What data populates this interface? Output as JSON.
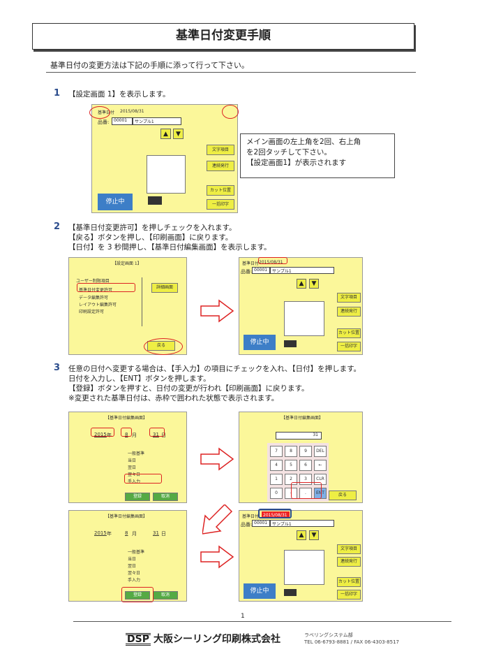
{
  "title": "基準日付変更手順",
  "intro": "基準日付の変更方法は下記の手順に添って行って下さい。",
  "steps": [
    {
      "num": "1",
      "lines": [
        "【設定画面 1】を表示します。"
      ]
    },
    {
      "num": "2",
      "lines": [
        "【基準日付変更許可】を押しチェックを入れます。",
        "【戻る】ボタンを押し、【印刷画面】に戻ります。",
        "【日付】を 3 秒間押し、【基準日付編集画面】を表示します。"
      ]
    },
    {
      "num": "3",
      "lines": [
        "任意の日付へ変更する場合は、【手入力】の項目にチェックを入れ、【日付】を押します。",
        "日付を入力し、【ENT】ボタンを押します。",
        "【登録】ボタンを押すと、日付の変更が行われ【印刷画面】に戻ります。",
        "※変更された基準日付は、赤枠で囲われた状態で表示されます。"
      ]
    }
  ],
  "callout": [
    "メイン画面の左上角を2回、右上角",
    "を2回タッチして下さい。",
    "【設定画面1】が表示されます"
  ],
  "screens": {
    "print": {
      "date_label": "基準日付",
      "date": "2015/08/31",
      "item_label": "品番:",
      "item_code": "00001",
      "item_name": "サンプル1",
      "btn_items": "文字項目",
      "btn_continuous": "連続発行",
      "btn_cut": "カット位置",
      "btn_batch": "一括印字",
      "stop": "停止中"
    },
    "settings1": {
      "title": "【設定画面 1】",
      "options": [
        "ユーザー制限項目",
        "基準日付変更許可",
        "データ編集許可",
        "レイアウト編集許可",
        "印刷設定許可"
      ],
      "btn_back": "戻る",
      "btn_detail": "詳細画面"
    },
    "date_edit": {
      "title": "【基準日付編集画面】",
      "year": "2015",
      "year_unit": "年",
      "month": "8",
      "month_unit": "月",
      "day": "31",
      "day_unit": "日",
      "group_label": "一般基準",
      "radio": [
        "当日",
        "翌日",
        "翌々日",
        "手入力"
      ],
      "btn_register": "登録",
      "btn_cancel": "取消"
    },
    "keypad": {
      "title": "【基準日付編集画面】",
      "display": "31",
      "keys": [
        "7",
        "8",
        "9",
        "DEL",
        "4",
        "5",
        "6",
        "←",
        "1",
        "2",
        "3",
        "CLR",
        "0",
        "-",
        ".",
        "ENT"
      ],
      "btn_back": "戻る"
    }
  },
  "footer": {
    "page": "1",
    "logo_mark": "DSP",
    "company": "大阪シーリング印刷株式会社",
    "dept": "ラベリングシステム部",
    "contact": "TEL 06-6793-8881 / FAX 06-4303-8517"
  },
  "colors": {
    "screen_bg": "#fbf79a",
    "button": "#eeee44",
    "stop": "#3d7ec7",
    "highlight": "#dd2222",
    "step_number": "#2b4c8c"
  }
}
